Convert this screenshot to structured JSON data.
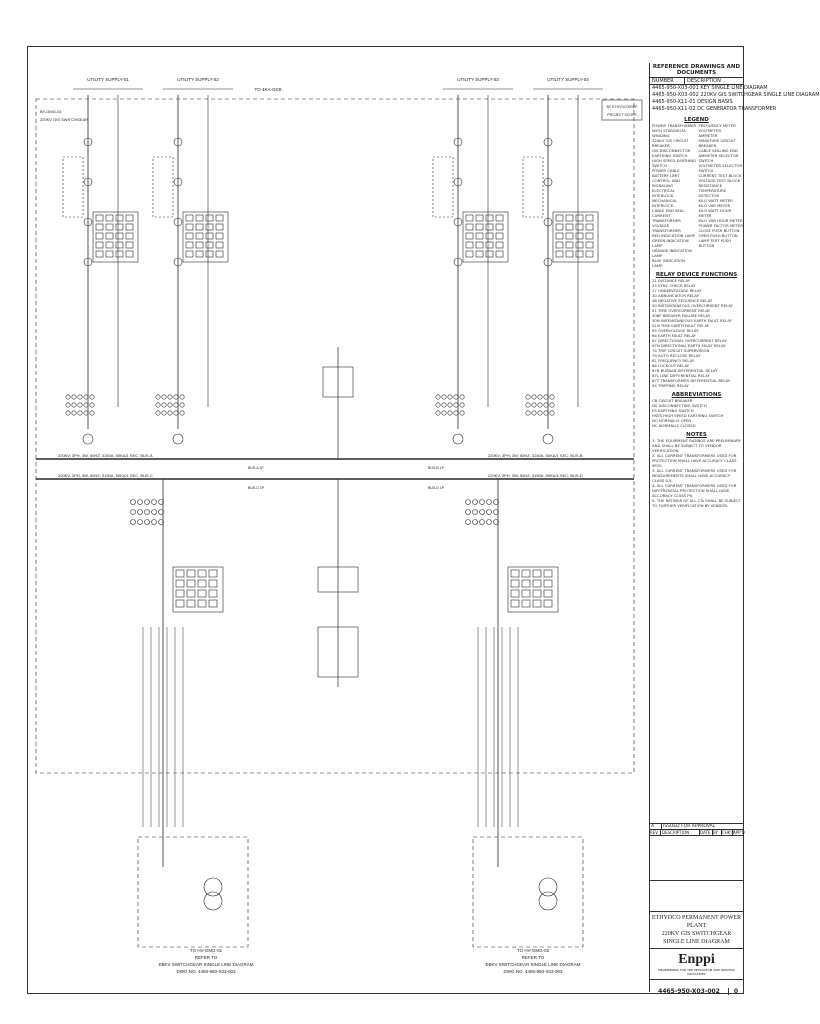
{
  "supplies": [
    "UTILITY SUPPLY-01",
    "UTILITY SUPPLY-02",
    "UTILITY SUPPLY-03",
    "UTILITY SUPPLY-04"
  ],
  "top_label": "TO 4KA-GKB",
  "left_tag": "BY-GMG-01",
  "left_tag2": "220KV GIS SWITCHGEAR",
  "scope_box": [
    "BY ETHYDCO/REP",
    "PROJECT SCOPE"
  ],
  "busbar_a": "220KV, 3PH, 3W, 50HZ, 3150A, 50KA/1 SEC. BUS-A",
  "busbar_c": "220KV, 3PH, 3W, 50HZ, 3150A, 50KA/1 SEC. BUS-C",
  "busbar_b": "220KV, 3PH, 3W, 50HZ, 3150A, 50KA/1 SEC. BUS-B",
  "busbar_d": "220KV, 3PH, 3W, 50HZ, 3150A, 50KA/1 SEC. BUS-D",
  "bus_labels": [
    "BUS-A 1P",
    "BUS-B 1P",
    "BUS-C 1P",
    "BUS-D 1P"
  ],
  "bottom_left": [
    "TO HV-GMG-01",
    "REFER TO",
    "EBKV SWITCHGEAR SINGLE LINE DIAGRAM",
    "DWG NO. 4465-950-X03-003"
  ],
  "bottom_right": [
    "TO HV-GMG-02",
    "REFER TO",
    "EBKV SWITCHGEAR SINGLE LINE DIAGRAM",
    "DWG NO. 4465-950-X03-003"
  ],
  "tb": {
    "ref_title": "REFERENCE DRAWINGS AND DOCUMENTS",
    "ref_cols": [
      "NUMBER",
      "DESCRIPTION"
    ],
    "ref_rows": [
      [
        "4465-950-X03-001",
        "KEY SINGLE LINE DIAGRAM"
      ],
      [
        "4465-950-X03-002",
        "220KV GIS SWITCHGEAR SINGLE LINE DIAGRAM"
      ],
      [
        "4465-950-X11-01",
        "DESIGN BASIS"
      ],
      [
        "4465-950-X11-02",
        "DC GENERATOR TRANSFORMER"
      ]
    ],
    "legend_title": "LEGEND",
    "legend_items": [
      "POWER TRANSFORMER WITH STAR/DELTA WINDING",
      "220KV GIS CIRCUIT BREAKER",
      "GIS DISCONNECTOR",
      "EARTHING SWITCH",
      "HIGH SPEED EARTHING SWITCH",
      "POWER CABLE",
      "BATTERY LIMIT",
      "CONTROL AND SIGNALING",
      "ELECTRICAL INTERLOCK",
      "MECHANICAL INTERLOCK",
      "CABLE END SEAL",
      "CURRENT TRANSFORMER",
      "VOLTAGE TRANSFORMER",
      "RED INDICATION LAMP",
      "GREEN INDICATION LAMP",
      "ORANGE INDICATION LAMP",
      "BLUE INDICATION LAMP"
    ],
    "legend_items_r": [
      "FREQUENCY METER",
      "VOLTMETER",
      "AMMETER",
      "MINIATURE CIRCUIT BREAKER",
      "CABLE SEALING END",
      "AMMETER SELECTOR SWITCH",
      "VOLTMETER SELECTOR SWITCH",
      "CURRENT TEST BLOCK",
      "VOLTAGE TEST BLOCK",
      "RESISTANCE TEMPERATURE DETECTOR",
      "KILO WATT METER",
      "KILO VAR METER",
      "KILO WATT HOUR METER",
      "KILO VAR HOUR METER",
      "POWER FACTOR METER",
      "CLOSE PUSH BUTTON",
      "OPEN PUSH BUTTON",
      "LAMP TEST PUSH BUTTON"
    ],
    "relay_title": "RELAY DEVICE FUNCTIONS",
    "relay_items": [
      "21 DISTANCE RELAY",
      "25 SYNC CHECK RELAY",
      "27 UNDERVOLTAGE RELAY",
      "30 ANNUNCIATOR RELAY",
      "46 NEGATIVE SEQUENCE RELAY",
      "50 INSTANTANEOUS OVERCURRENT RELAY",
      "51 TIME OVERCURRENT RELAY",
      "50BF BREAKER FAILURE RELAY",
      "50N INSTANTANEOUS EARTH FAULT RELAY",
      "51N TIME EARTH FAULT RELAY",
      "59 OVERVOLTAGE RELAY",
      "64 EARTH FAULT RELAY",
      "67 DIRECTIONAL OVERCURRENT RELAY",
      "67N DIRECTIONAL EARTH FAULT RELAY",
      "74 TRIP CIRCUIT SUPERVISION",
      "79 AUTO RECLOSE RELAY",
      "81 FREQUENCY RELAY",
      "86 LOCKOUT RELAY",
      "87B BUSBAR DIFFERENTIAL RELAY",
      "87L LINE DIFFERENTIAL RELAY",
      "87T TRANSFORMER DIFFERENTIAL RELAY",
      "94 TRIPPING RELAY"
    ],
    "abbr_title": "ABBREVIATIONS",
    "abbr_items": [
      "CB CIRCUIT BREAKER",
      "DS DISCONNECTING SWITCH",
      "ES EARTHING SWITCH",
      "HSES HIGH SPEED EARTHING SWITCH",
      "NO NORMALLY OPEN",
      "NC NORMALLY CLOSED"
    ],
    "notes_title": "NOTES",
    "notes": [
      "1. THE EQUIPMENT RATINGS ARE PRELIMINARY AND SHALL BE SUBJECT TO VENDOR VERIFICATION.",
      "2. ALL CURRENT TRANSFORMERS USED FOR PROTECTION SHALL HAVE ACCURACY CLASS 5P20.",
      "3. ALL CURRENT TRANSFORMERS USED FOR MEASUREMENTS SHALL HAVE ACCURACY CLASS 0.5.",
      "4. ALL CURRENT TRANSFORMERS USED FOR DIFFERENTIAL PROTECTION SHALL HAVE ACCURACY CLASS PX.",
      "5. THE RATINGS OF ALL CTs SHALL BE SUBJECT TO FURTHER VERIFICATION BY VENDOR."
    ],
    "rev_rows": [
      [
        "A",
        "ISSUED FOR APPROVAL"
      ]
    ],
    "rev_cols": [
      "REV",
      "DESCRIPTION",
      "DATE",
      "BY",
      "CHK'D",
      "APP'D"
    ],
    "project_title": "ETHYDCO PERMANENT POWER PLANT",
    "drawing_title1": "220KV GIS SWITCHGEAR",
    "drawing_title2": "SINGLE LINE DIAGRAM",
    "company": "Enppi",
    "company_sub": "ENGINEERING FOR THE PETROLEUM AND PROCESS INDUSTRIES",
    "dwg_no": "4465-950-X03-002",
    "rev": "0"
  },
  "colors": {
    "line": "#2a2a2a",
    "paper": "#ffffff"
  }
}
